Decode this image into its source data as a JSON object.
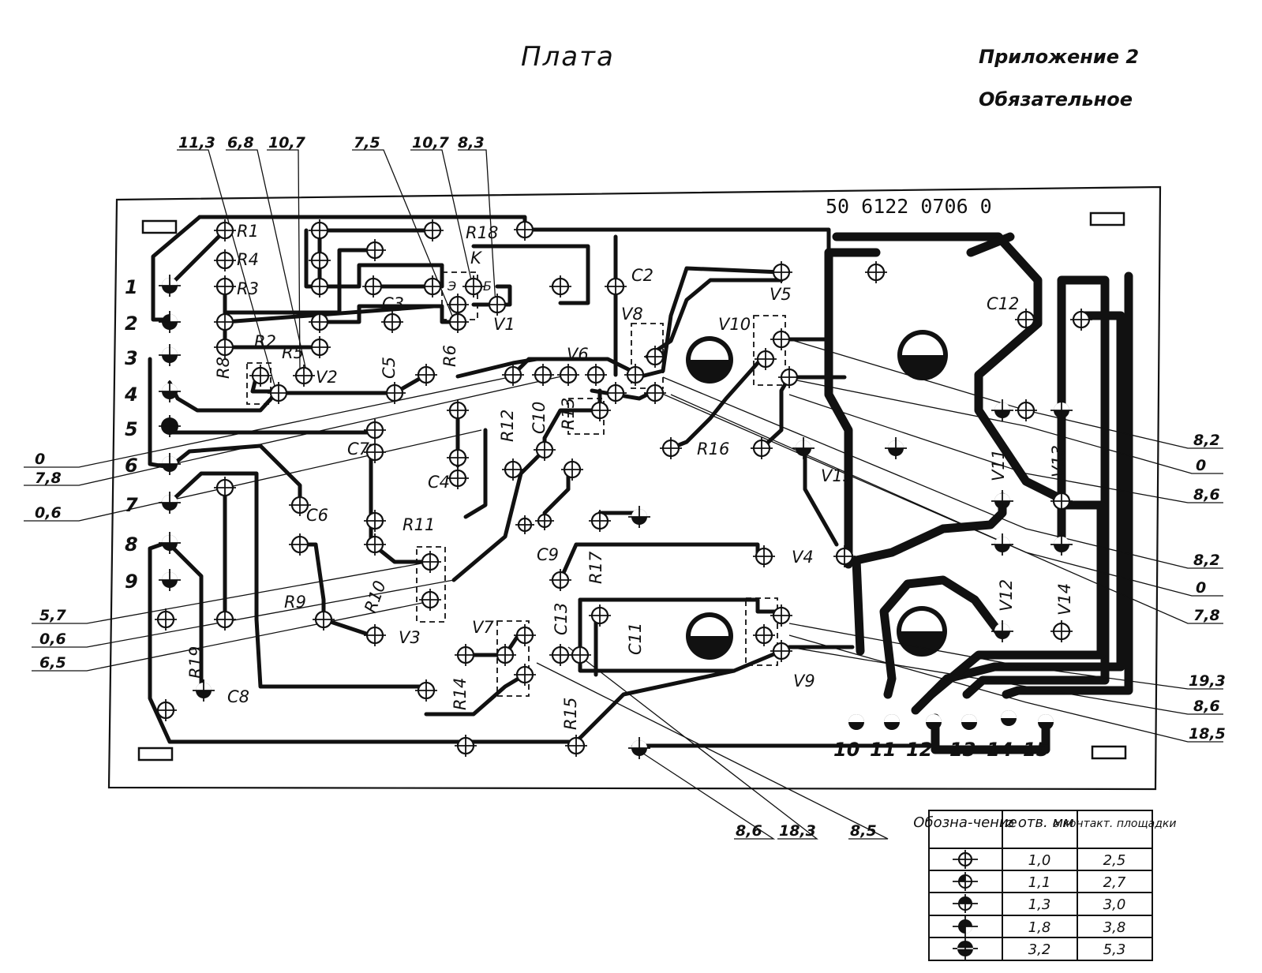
{
  "header": {
    "title": "Плата",
    "appendix": "Приложение 2",
    "status": "Обязательное"
  },
  "board": {
    "serial": "50 6122 0706 0"
  },
  "left_dimensions": [
    "0",
    "7,8",
    "0,6",
    "5,7",
    "0,6",
    "6,5"
  ],
  "top_dimensions": [
    "11,3",
    "6,8",
    "10,7",
    "7,5",
    "10,7",
    "8,3"
  ],
  "right_dimensions": [
    "8,2",
    "0",
    "8,6",
    "8,2",
    "0",
    "7,8",
    "19,3",
    "8,6",
    "18,5"
  ],
  "bottom_dimensions": [
    "8,6",
    "18,3",
    "8,5"
  ],
  "edge_pins_left": [
    "1",
    "2",
    "3",
    "4",
    "5",
    "6",
    "7",
    "8",
    "9"
  ],
  "edge_pins_bottom": [
    "10",
    "11",
    "12",
    "13",
    "14",
    "15"
  ],
  "components": [
    "R1",
    "R4",
    "R3",
    "R2",
    "R5",
    "R8",
    "V2",
    "R18",
    "K",
    "Э",
    "Б",
    "V1",
    "C2",
    "C3",
    "C5",
    "R6",
    "V6",
    "V8",
    "V10",
    "V5",
    "C12",
    "R12",
    "C10",
    "R13",
    "C7",
    "C4",
    "R16",
    "V15",
    "V13",
    "V11",
    "C6",
    "R11",
    "C9",
    "R17",
    "V4",
    "V12",
    "V14",
    "R9",
    "R10",
    "V3",
    "V7",
    "C13",
    "C11",
    "V9",
    "R14",
    "R19",
    "C8",
    "R15"
  ],
  "legend": {
    "headers": [
      "Обозна-чение",
      "⌀ отв. мм",
      "⌀ контакт. площадки"
    ],
    "rows": [
      {
        "hole": "1,0",
        "pad": "2,5",
        "fill": "none"
      },
      {
        "hole": "1,1",
        "pad": "2,7",
        "fill": "quarter"
      },
      {
        "hole": "1,3",
        "pad": "3,0",
        "fill": "half"
      },
      {
        "hole": "1,8",
        "pad": "3,8",
        "fill": "three"
      },
      {
        "hole": "3,2",
        "pad": "5,3",
        "fill": "full"
      }
    ]
  }
}
